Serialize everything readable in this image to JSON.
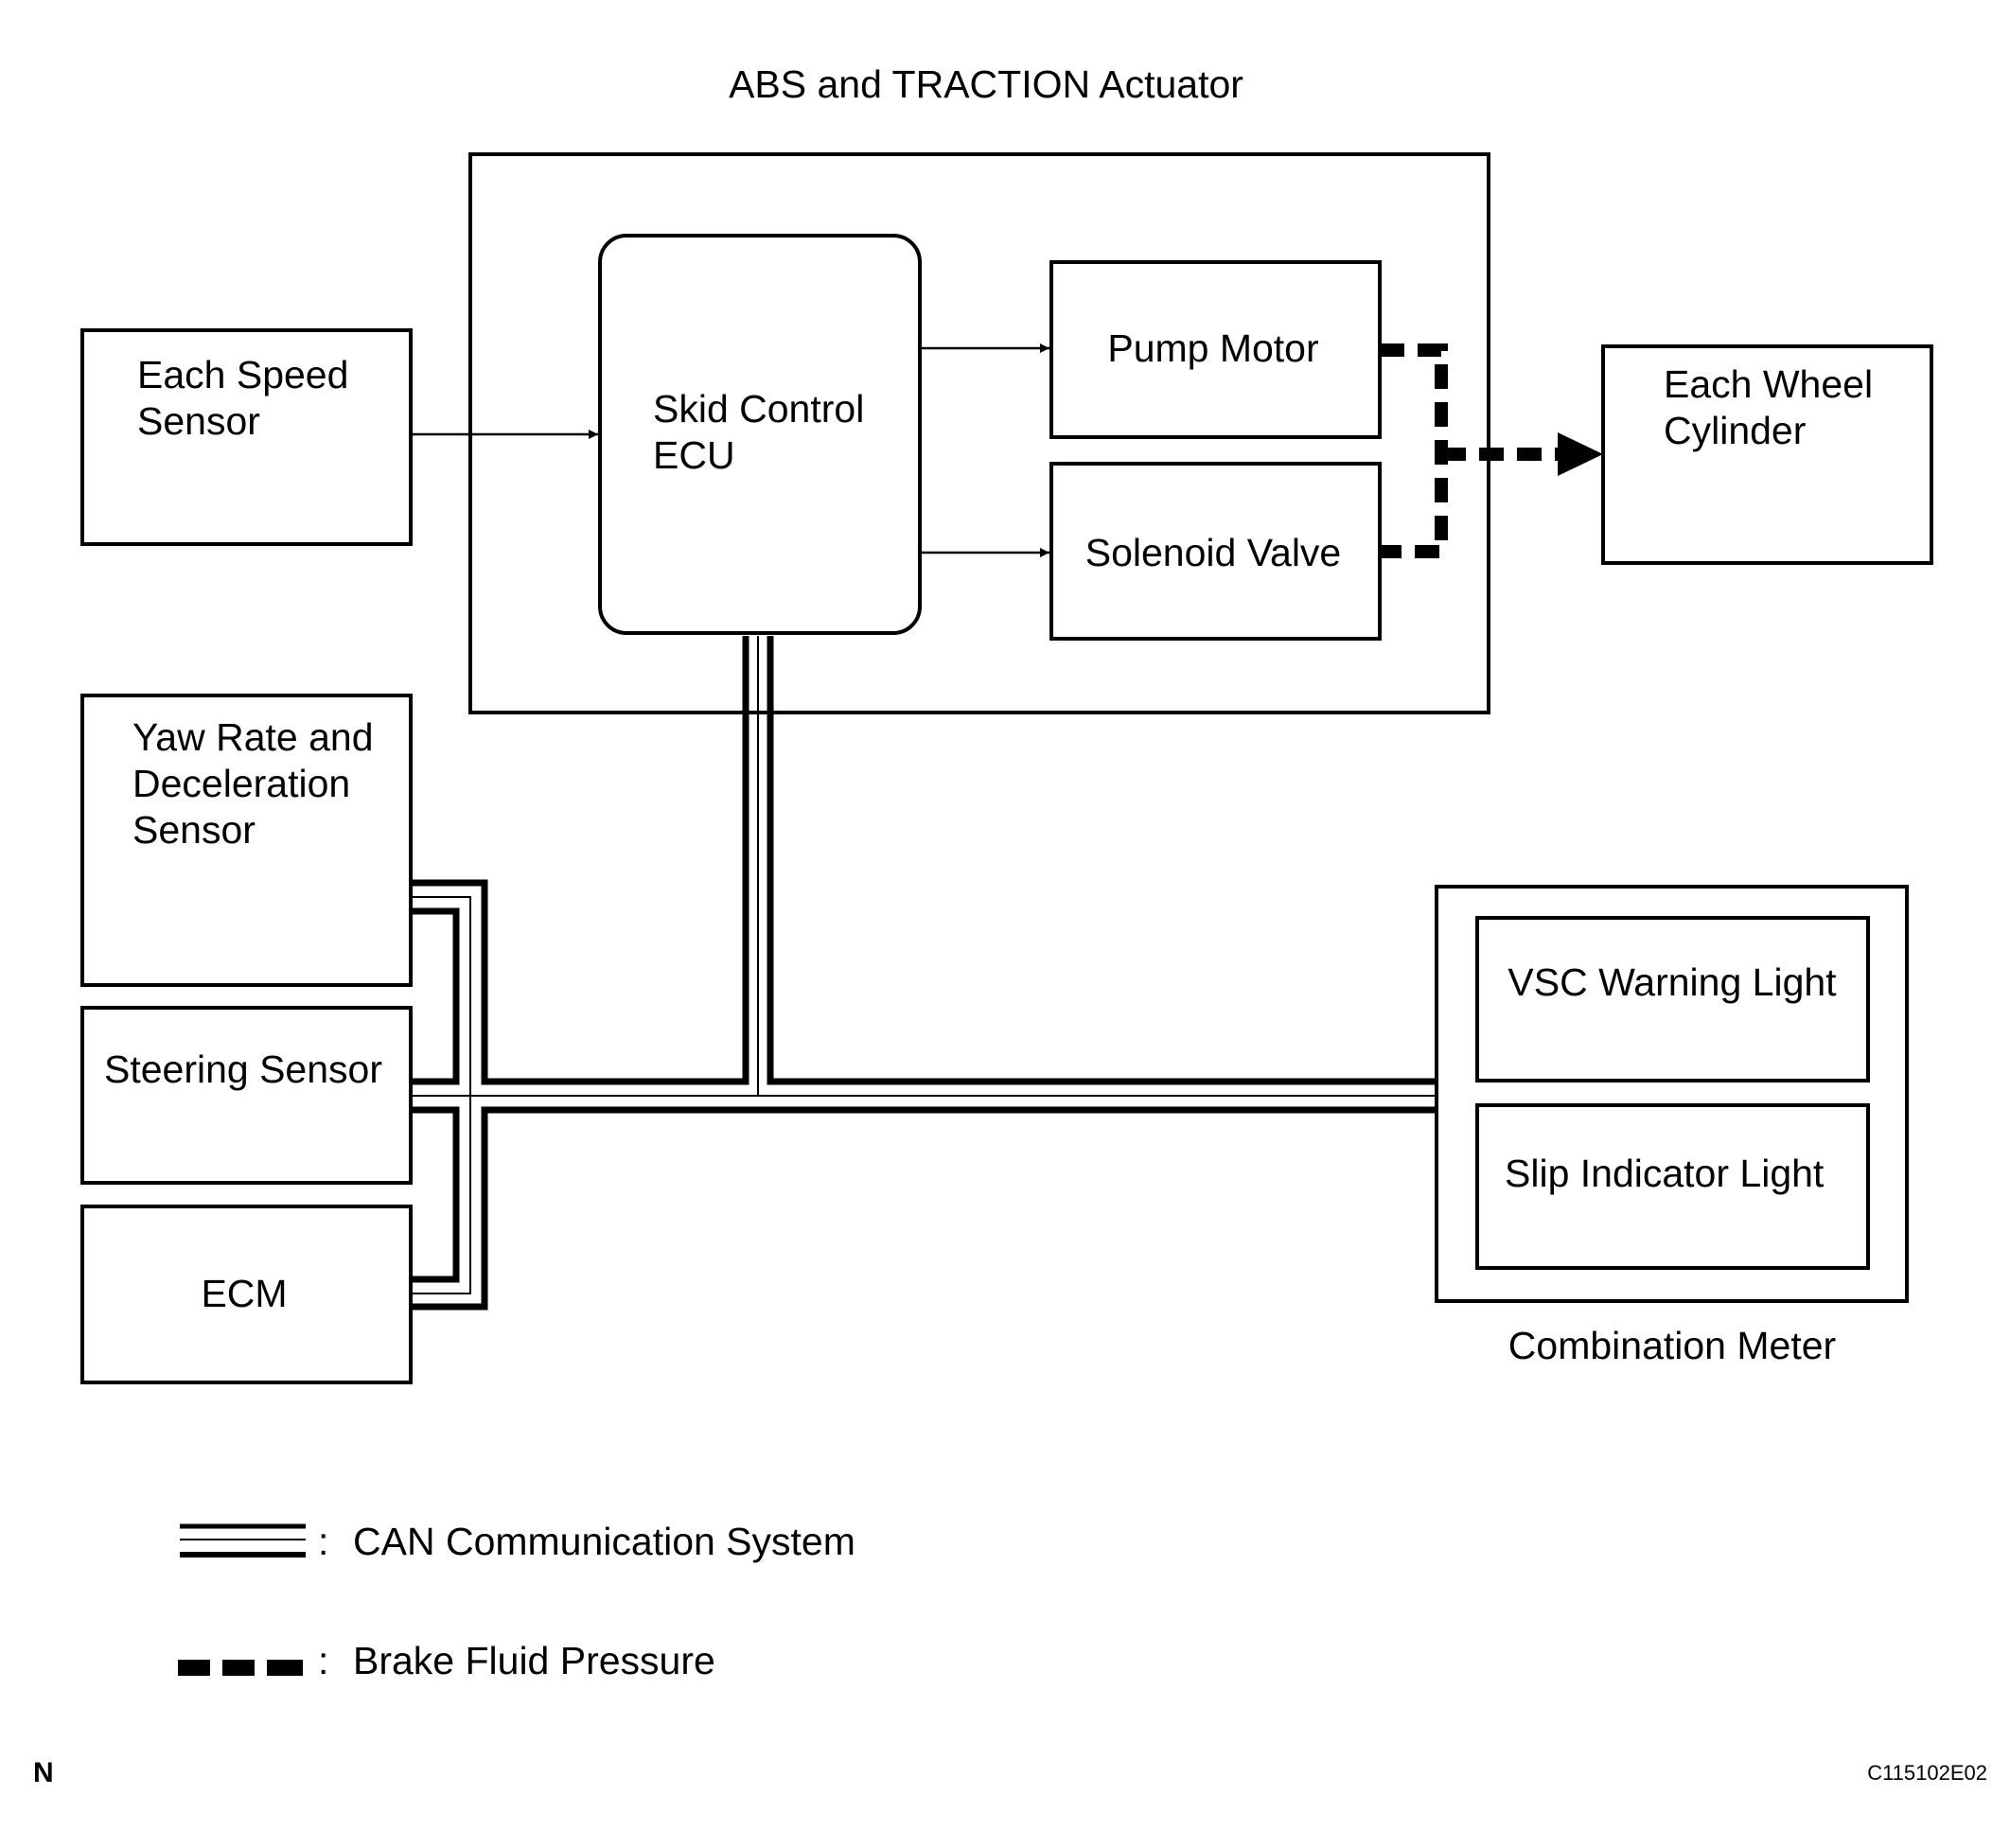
{
  "actuator": {
    "title": "ABS and TRACTION Actuator",
    "ecu": [
      "Skid Control",
      "ECU"
    ],
    "pump_motor": "Pump Motor",
    "solenoid_valve": "Solenoid Valve"
  },
  "speed_sensor": [
    "Each Speed",
    "Sensor"
  ],
  "wheel_cylinder": [
    "Each Wheel",
    "Cylinder"
  ],
  "yaw_sensor": [
    "Yaw Rate and",
    "Deceleration",
    "Sensor"
  ],
  "steering_sensor": "Steering Sensor",
  "ecm": "ECM",
  "combination_meter": {
    "title": "Combination Meter",
    "vsc_warning": "VSC Warning Light",
    "slip_indicator": "Slip Indicator Light"
  },
  "legend": {
    "colon": ":",
    "can": "CAN Communication System",
    "brake": "Brake Fluid Pressure"
  },
  "footer": {
    "mark": "N",
    "code": "C115102E02"
  }
}
